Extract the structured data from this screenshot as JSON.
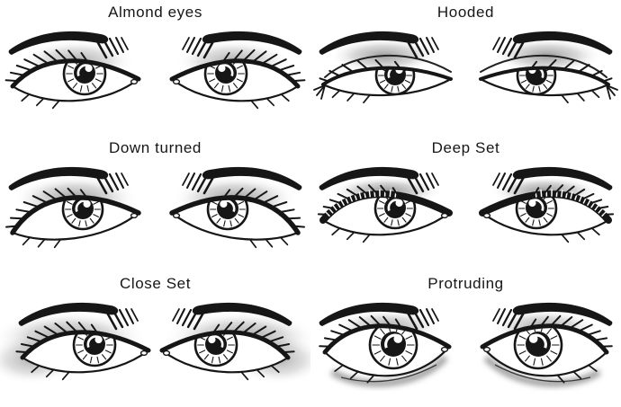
{
  "page": {
    "background": "#ffffff"
  },
  "colors": {
    "ink": "#161616",
    "shadow_gray": "#8a8a8a",
    "label_text": "#161616"
  },
  "panels": [
    {
      "id": "almond",
      "label": "Almond eyes",
      "illustration": "eye-pair-almond"
    },
    {
      "id": "hooded",
      "label": "Hooded",
      "illustration": "eye-pair-hooded"
    },
    {
      "id": "down-turned",
      "label": "Down turned",
      "illustration": "eye-pair-down-turned"
    },
    {
      "id": "deep-set",
      "label": "Deep Set",
      "illustration": "eye-pair-deep-set"
    },
    {
      "id": "close-set",
      "label": "Close Set",
      "illustration": "eye-pair-close-set"
    },
    {
      "id": "protruding",
      "label": "Protruding",
      "illustration": "eye-pair-protruding"
    }
  ]
}
